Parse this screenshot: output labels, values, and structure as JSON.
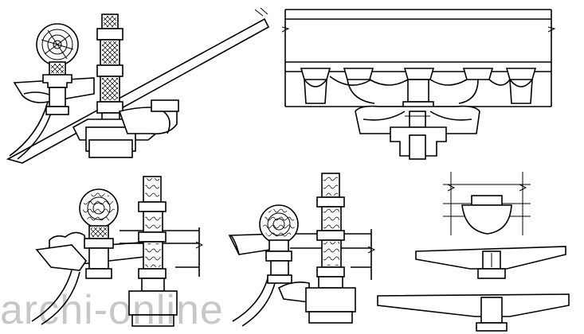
{
  "watermark": {
    "text": "archi-online"
  },
  "figures": [
    {
      "name": "bracket-set-with-round-cap-and-column"
    },
    {
      "name": "elevation-of-bracket-set-with-beam"
    },
    {
      "name": "side-bracket-set-with-drum-and-post"
    },
    {
      "name": "side-bracket-set-variant"
    },
    {
      "name": "cantilever-block-detail"
    }
  ]
}
